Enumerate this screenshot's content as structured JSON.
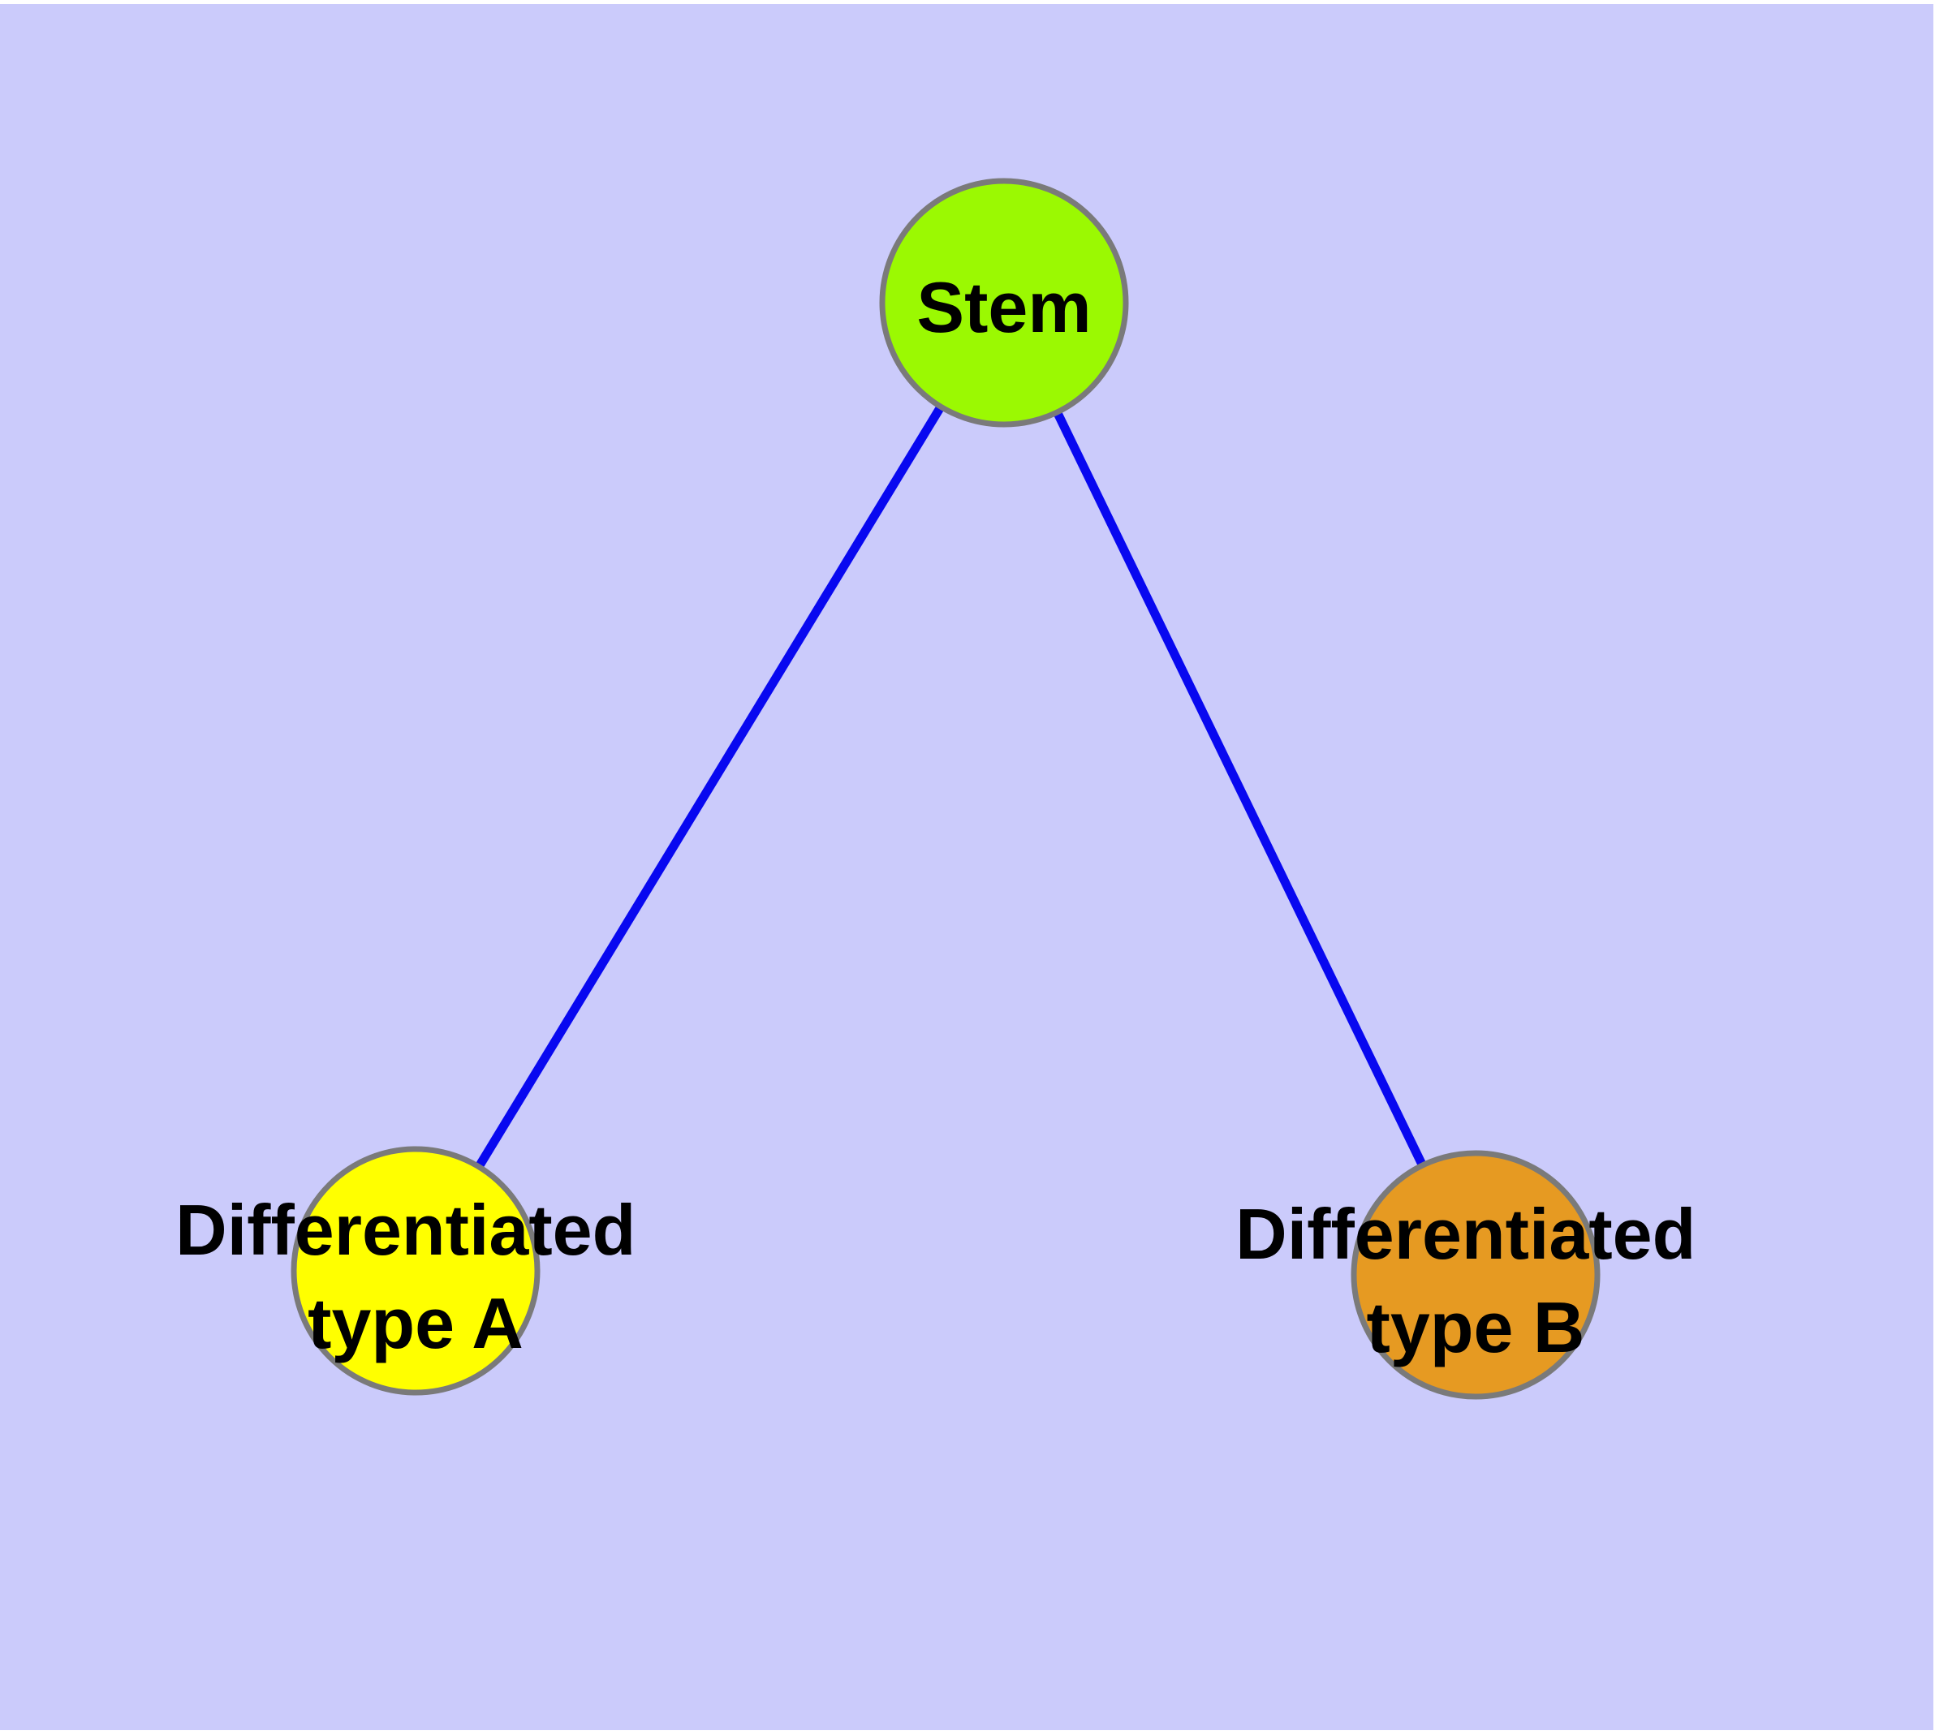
{
  "canvas": {
    "frame_color": "#FFFFFF",
    "background_color": "#CBCBFB"
  },
  "graph": {
    "edge_color": "#0808F0",
    "node_border_color": "#7A7A7A",
    "label_color": "#000000",
    "nodes": {
      "stem": {
        "label": "Stem",
        "fill": "#9BF902"
      },
      "type_a": {
        "label": "Differentiated type A",
        "label_line1": "Differentiated",
        "label_line2": "type A",
        "fill": "#FFFF00"
      },
      "type_b": {
        "label": "Differentiated type B",
        "label_line1": "Differentiated",
        "label_line2": "type B",
        "fill": "#E69A22"
      }
    },
    "edges": [
      {
        "from": "Stem",
        "to": "Differentiated type A"
      },
      {
        "from": "Stem",
        "to": "Differentiated type B"
      }
    ]
  }
}
